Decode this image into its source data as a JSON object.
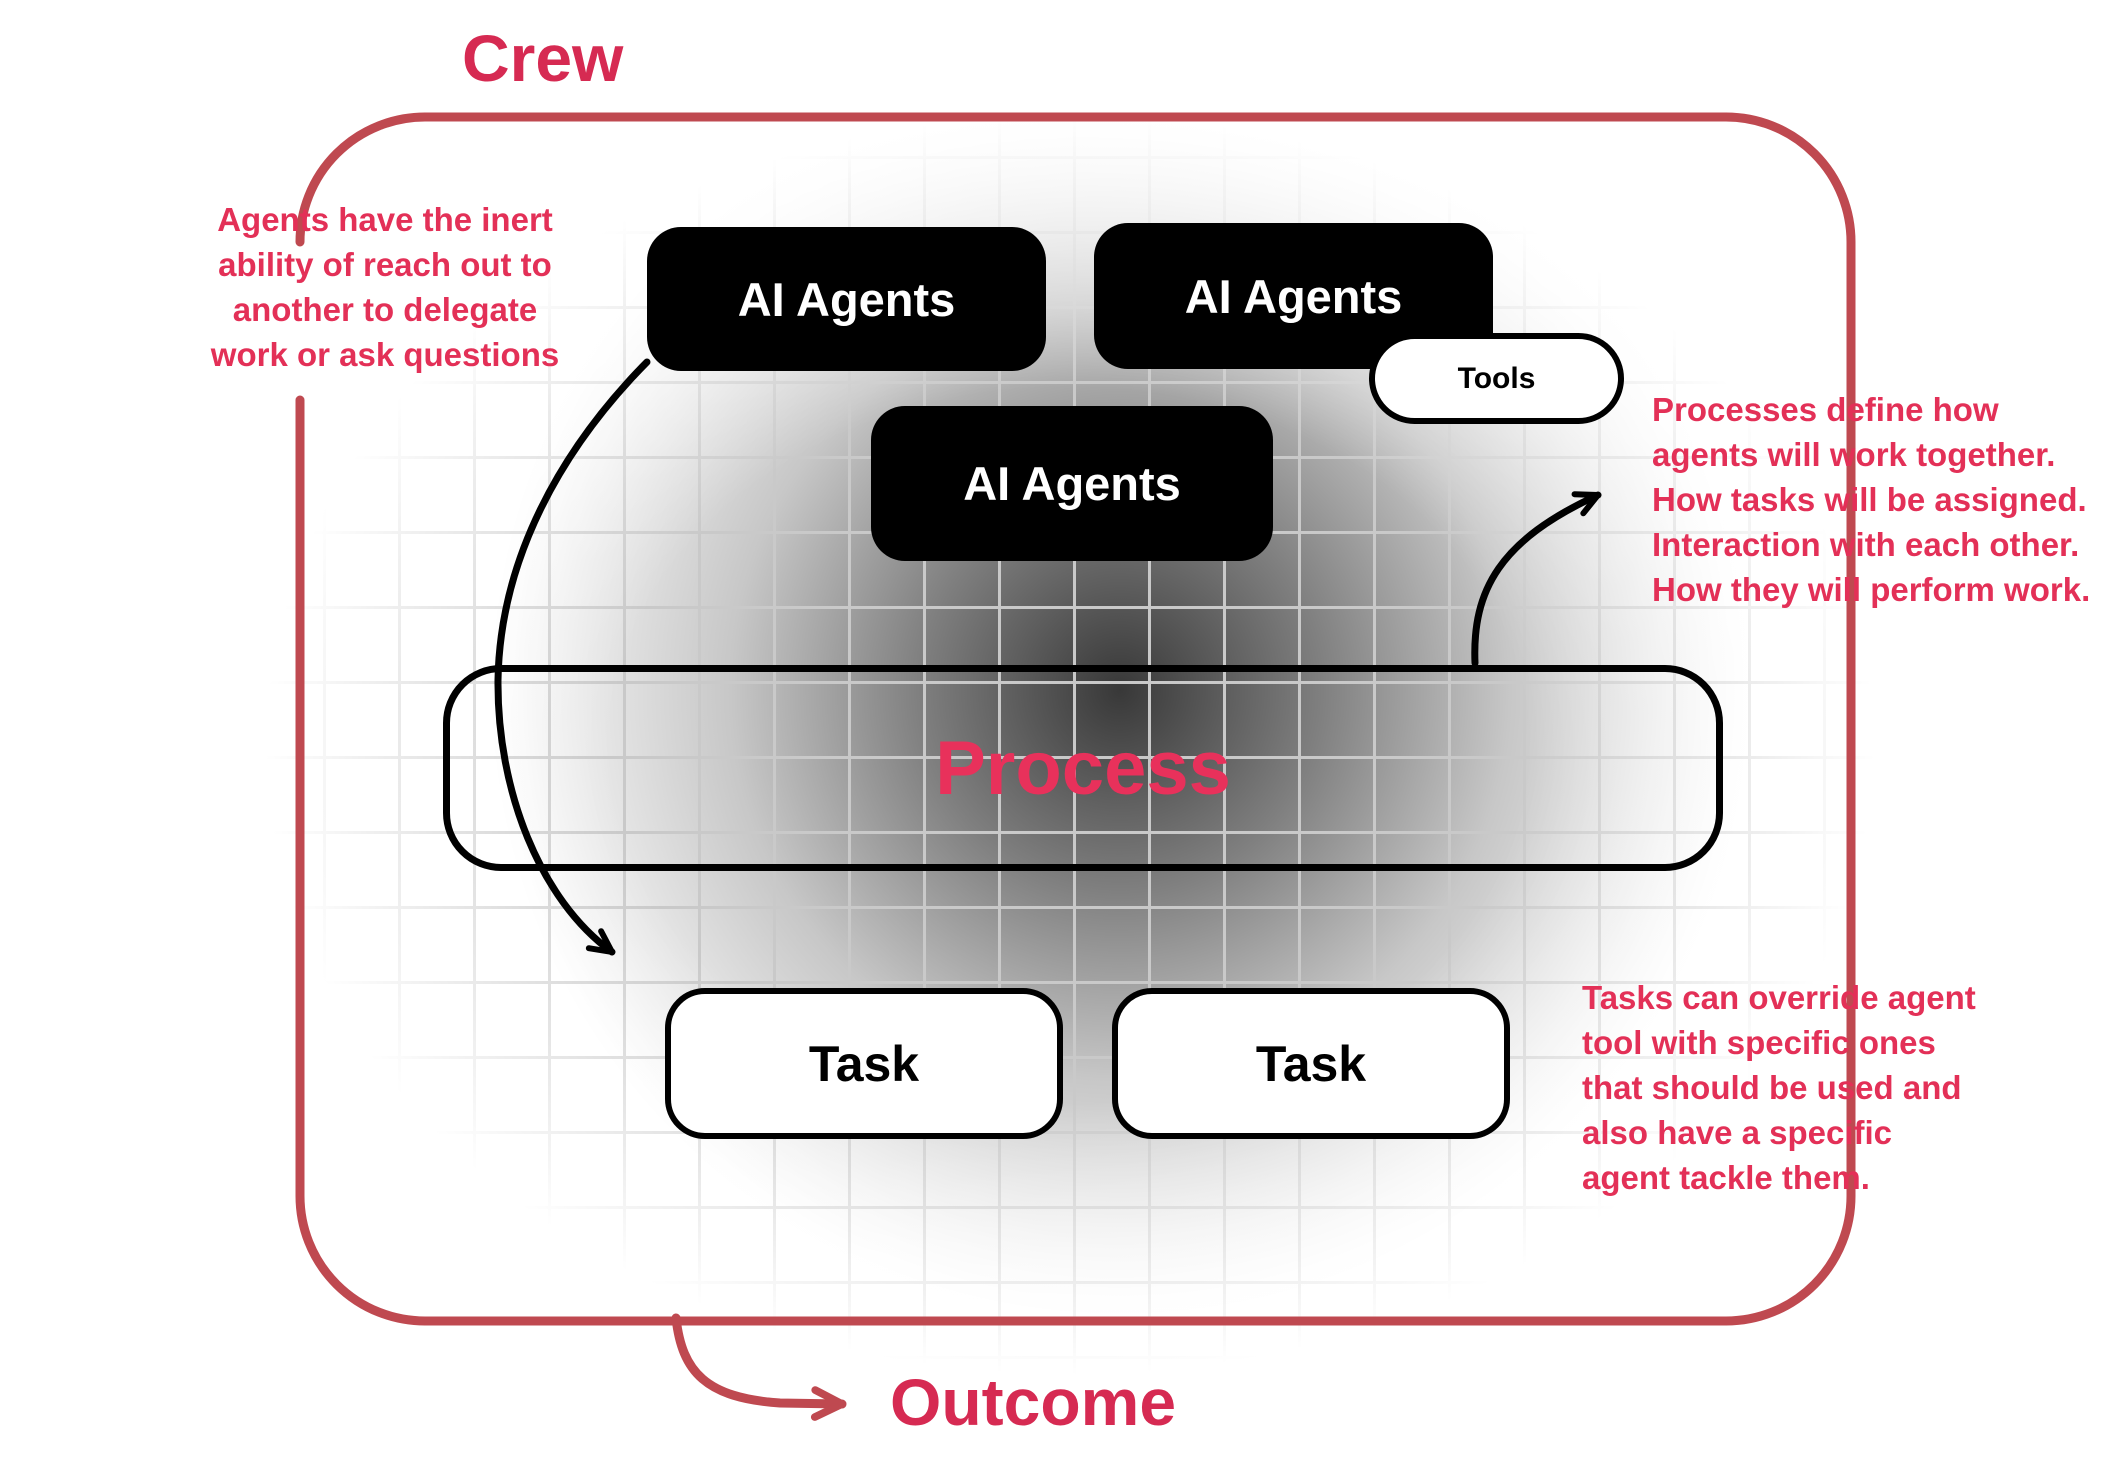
{
  "crew": {
    "title": "Crew"
  },
  "outcome": {
    "label": "Outcome"
  },
  "nodes": {
    "agents": [
      {
        "label": "AI Agents"
      },
      {
        "label": "AI Agents"
      },
      {
        "label": "AI Agents"
      }
    ],
    "tools": {
      "label": "Tools"
    },
    "process": {
      "label": "Process"
    },
    "tasks": [
      {
        "label": "Task"
      },
      {
        "label": "Task"
      }
    ]
  },
  "annotations": {
    "left": "Agents have the inert\nability of reach out to\nanother to delegate\nwork or ask questions",
    "right_top": "Processes define how\nagents will work together.\nHow tasks will be assigned.\nInteraction with each other.\nHow they will perform work.",
    "right_bottom": "Tasks can override agent\ntool with specific ones\nthat should be used and\nalso have a specific\nagent tackle them."
  },
  "colors": {
    "accent_pink": "#e8315b",
    "crimson_text": "#d62a52",
    "border_red": "#bf4950",
    "node_black": "#000000",
    "node_white": "#ffffff",
    "grid_gray": "#c9c9c9"
  }
}
